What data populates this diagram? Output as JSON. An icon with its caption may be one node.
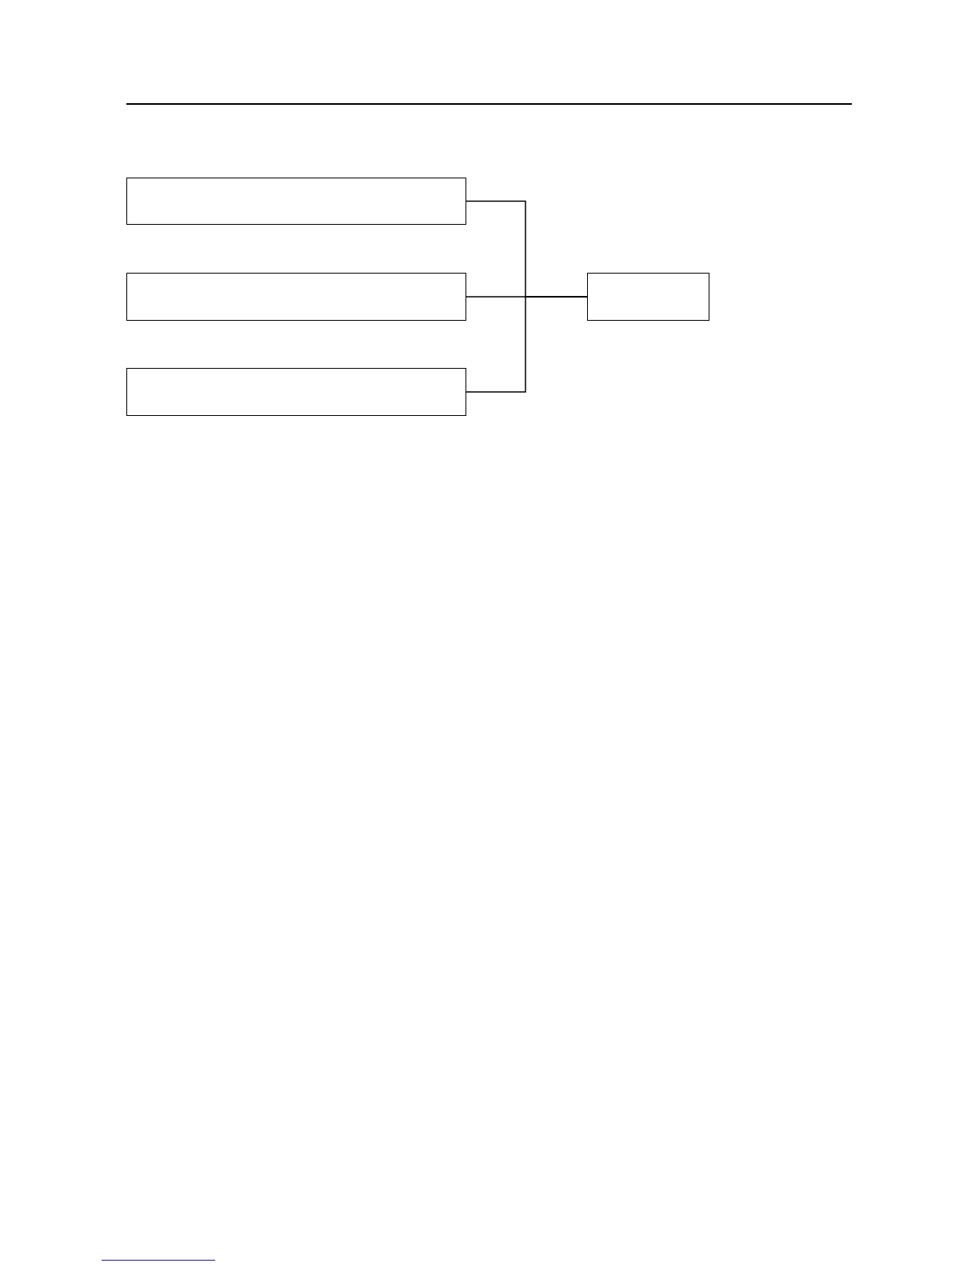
{
  "diagram": {
    "nodes": [
      {
        "text": [],
        "shape": "box"
      },
      {
        "text": [],
        "shape": "box"
      },
      {
        "text": [],
        "shape": "box"
      },
      {
        "text": [],
        "shape": "box"
      }
    ],
    "edges": [
      {
        "from": 0,
        "to": 3,
        "arrow": "none"
      },
      {
        "from": 1,
        "to": 3,
        "arrow": "none"
      },
      {
        "from": 2,
        "to": 3,
        "arrow": "none"
      }
    ]
  }
}
